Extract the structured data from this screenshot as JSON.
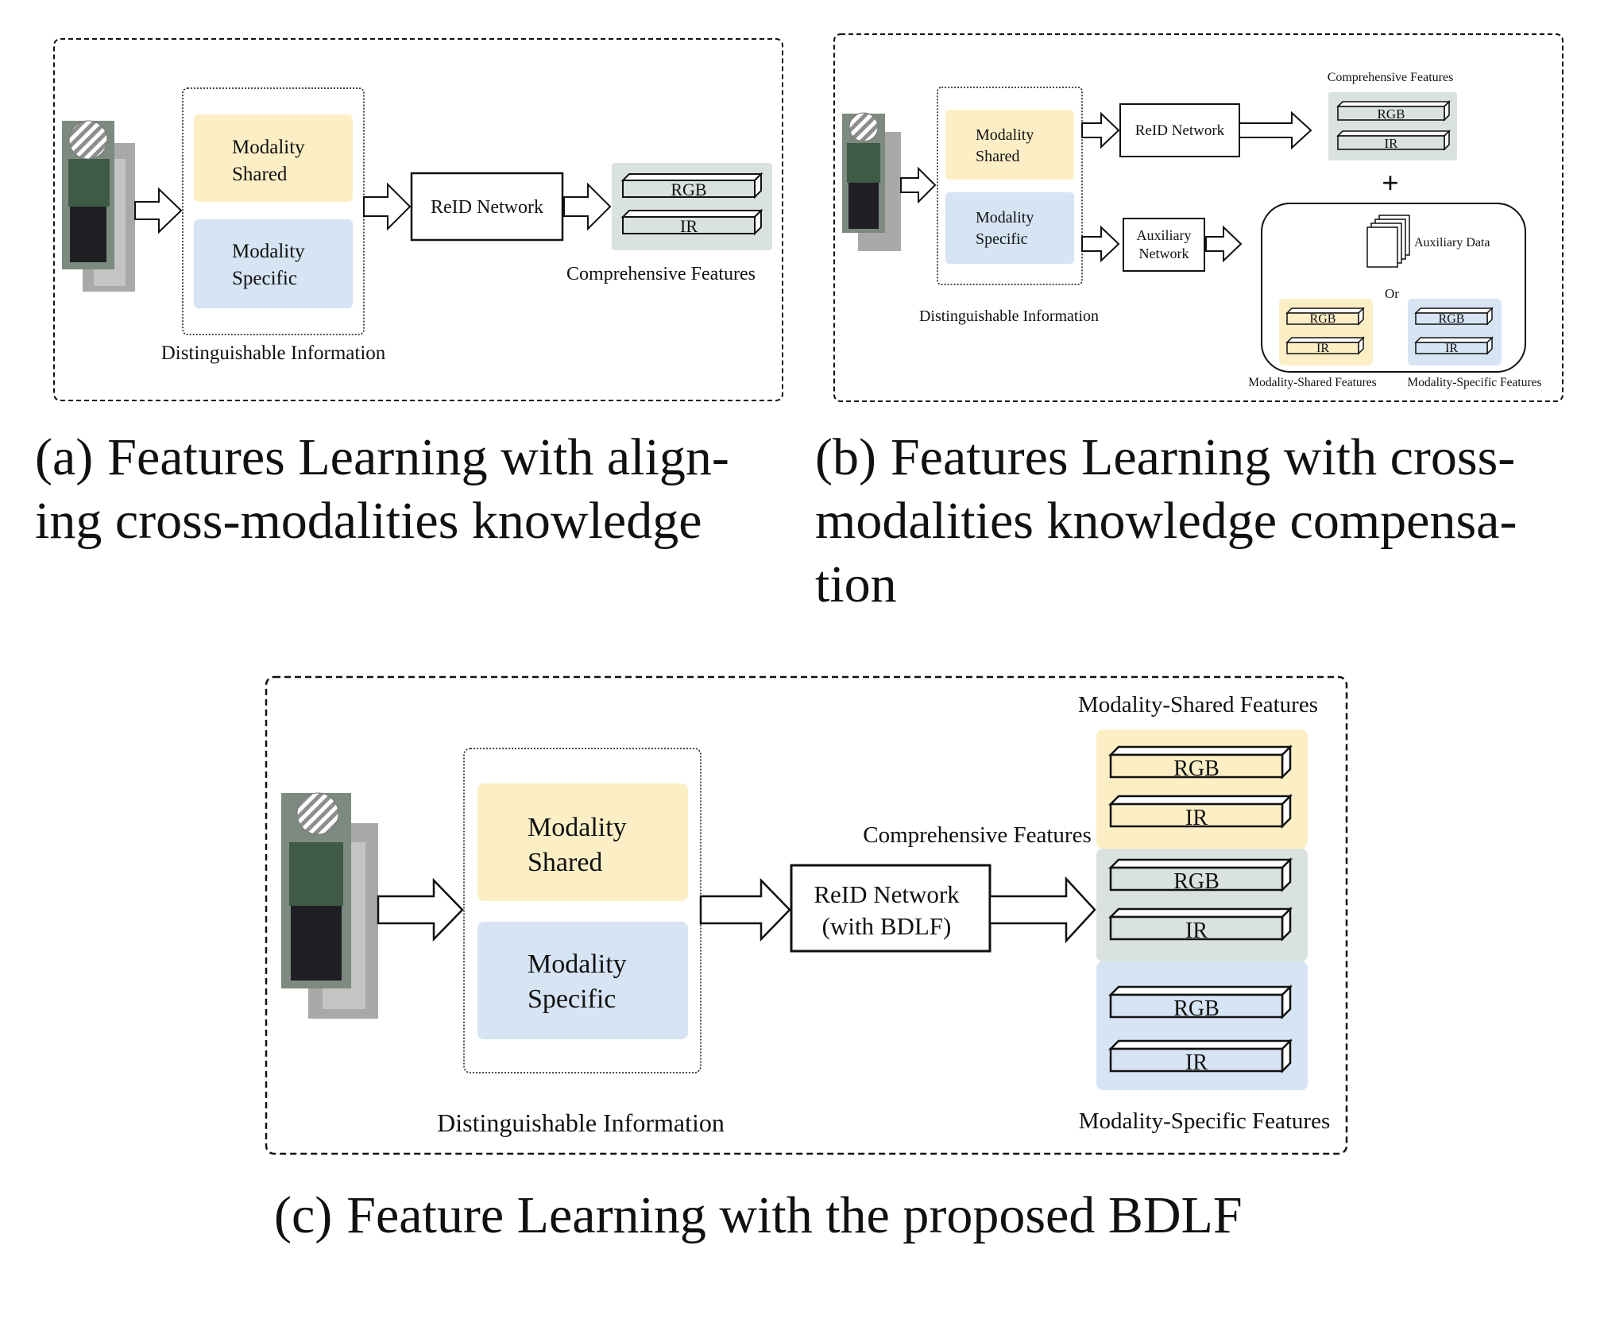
{
  "colors": {
    "shared": "#fcefc6",
    "specific": "#d6e4f3",
    "comprehensive": "#d9e2de",
    "outline": "#111111"
  },
  "panel_a": {
    "modality_shared": [
      "Modality",
      "Shared"
    ],
    "modality_specific": [
      "Modality",
      "Specific"
    ],
    "distinguishable": "Distinguishable Information",
    "network": "ReID Network",
    "rgb": "RGB",
    "ir": "IR",
    "comprehensive": "Comprehensive Features",
    "caption_tag": "(a)",
    "caption_line1": "Features Learning with align-",
    "caption_line2": "ing cross-modalities knowledge"
  },
  "panel_b": {
    "modality_shared": [
      "Modality",
      "Shared"
    ],
    "modality_specific": [
      "Modality",
      "Specific"
    ],
    "distinguishable": "Distinguishable Information",
    "network": "ReID Network",
    "aux_network": [
      "Auxiliary",
      "Network"
    ],
    "comprehensive": "Comprehensive Features",
    "rgb": "RGB",
    "ir": "IR",
    "plus": "+",
    "aux_data": "Auxiliary Data",
    "or": "Or",
    "shared_features": "Modality-Shared Features",
    "specific_features": "Modality-Specific Features",
    "caption_tag": "(b)",
    "caption_line1": "Features Learning with cross-",
    "caption_line2": "modalities knowledge compensa-",
    "caption_line3": "tion"
  },
  "panel_c": {
    "modality_shared": [
      "Modality",
      "Shared"
    ],
    "modality_specific": [
      "Modality",
      "Specific"
    ],
    "distinguishable": "Distinguishable Information",
    "network": [
      "ReID Network",
      "(with BDLF)"
    ],
    "comprehensive": "Comprehensive Features",
    "shared_features": "Modality-Shared Features",
    "specific_features": "Modality-Specific Features",
    "rgb": "RGB",
    "ir": "IR",
    "caption_tag": "(c)",
    "caption": "Feature Learning with the proposed BDLF"
  }
}
